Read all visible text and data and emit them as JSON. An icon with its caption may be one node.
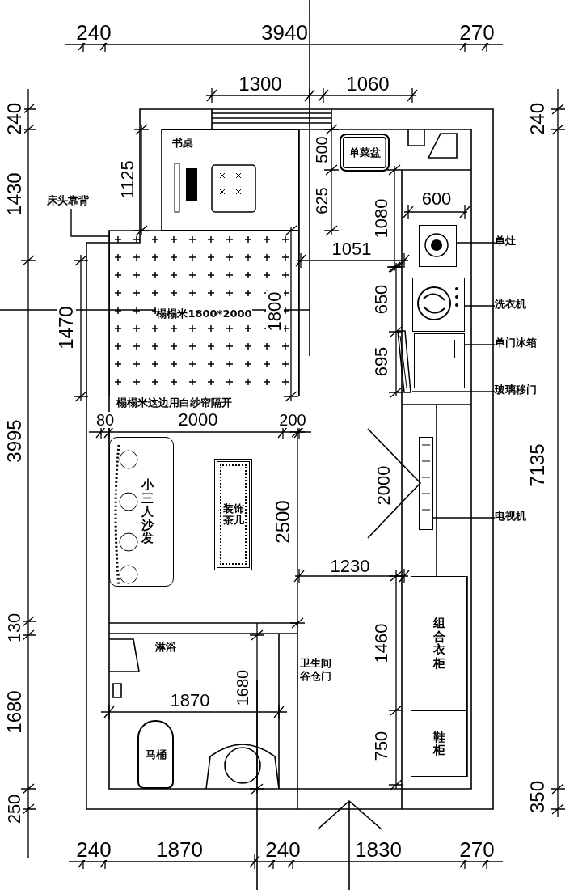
{
  "diagram": {
    "nodes": [
      {
        "text": [
          "书桌"
        ]
      },
      {
        "text": [
          "单菜盆"
        ]
      },
      {
        "text": [
          "榻榻米1800*2000"
        ],
        "beside": [
          "榻榻米这边用白纱帘隔开"
        ]
      },
      {
        "text": [
          "小三人沙发"
        ]
      },
      {
        "text": [
          "装饰茶几"
        ]
      },
      {
        "text": [
          "组合衣柜"
        ]
      },
      {
        "text": [
          "鞋柜"
        ]
      },
      {
        "text": [
          "马桶"
        ]
      },
      {
        "text": [
          "单灶"
        ]
      },
      {
        "text": [],
        "shape": "picture"
      },
      {
        "text": [
          "洗衣机"
        ]
      },
      {
        "text": [],
        "shape": "picture"
      },
      {
        "text": [
          "单门冰箱"
        ]
      },
      {
        "text": [],
        "shape": "picture"
      },
      {
        "text": [
          "玻璃移门"
        ]
      },
      {
        "text": [],
        "shape": "picture"
      },
      {
        "text": [
          "电视机"
        ]
      },
      {
        "text": [],
        "shape": "picture"
      },
      {
        "text": [
          "床头靠背"
        ]
      }
    ],
    "edges": [
      {
        "from": 8,
        "to": 9,
        "arrow": "none"
      },
      {
        "from": 10,
        "to": 11,
        "arrow": "none"
      },
      {
        "from": 12,
        "to": 13,
        "arrow": "none"
      },
      {
        "from": 14,
        "to": 15,
        "arrow": "none"
      },
      {
        "from": 16,
        "to": 17,
        "arrow": "none"
      },
      {
        "from": 18,
        "to": 2,
        "arrow": "none"
      }
    ],
    "labels": [
      "240",
      "3940",
      "270",
      "1300",
      "1060",
      "240",
      "1430",
      "3995",
      "130",
      "1680",
      "250",
      "240",
      "7135",
      "350",
      "1125",
      "500",
      "625",
      "1080",
      "600",
      "1051",
      "1800",
      "650",
      "695",
      "1470",
      "80",
      "2000",
      "200",
      "2500",
      "2000",
      "1230",
      "1460",
      "1870",
      "1680",
      "750",
      "240",
      "1870",
      "240",
      "1830",
      "270",
      "卫生间谷仓门",
      "淋浴"
    ]
  }
}
